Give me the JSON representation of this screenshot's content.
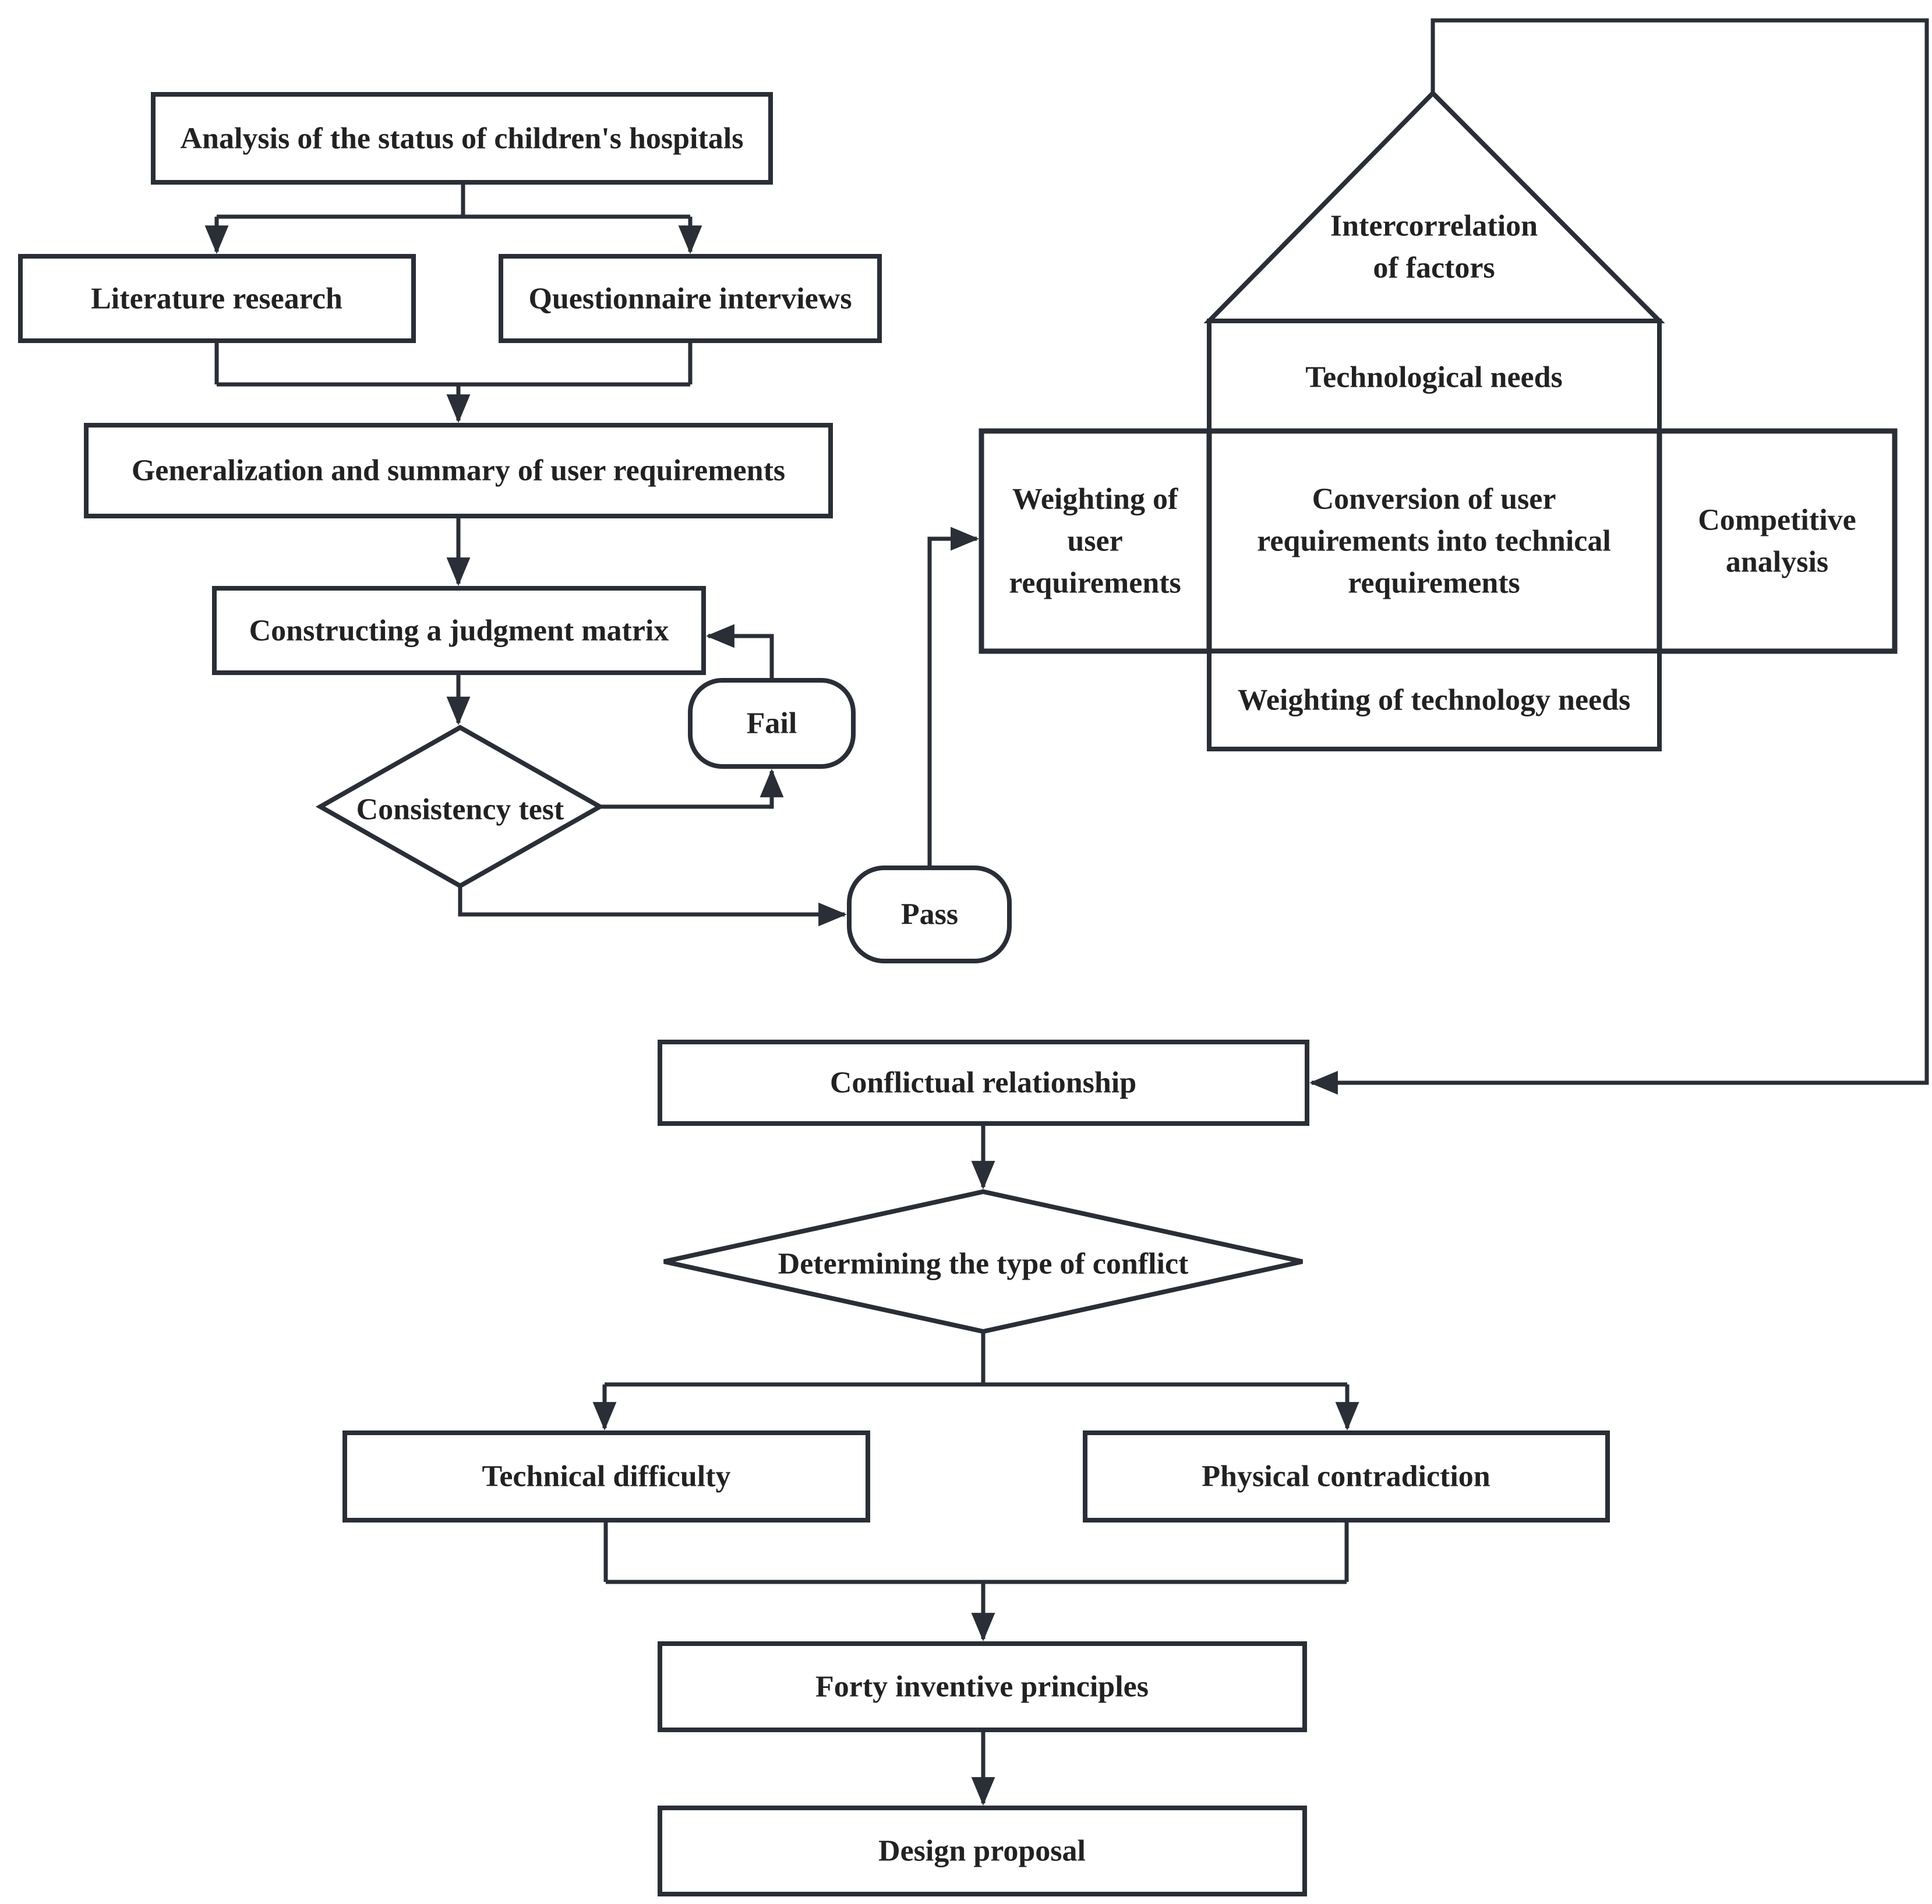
{
  "flow": {
    "analysis": "Analysis of the status of children's hospitals",
    "literature": "Literature research",
    "questionnaire": "Questionnaire interviews",
    "generalization": "Generalization and summary of user requirements",
    "constructing": "Constructing a judgment matrix",
    "consistency": "Consistency test",
    "fail": "Fail",
    "pass": "Pass",
    "conflictual": "Conflictual relationship",
    "determining": "Determining the type of conflict",
    "technical": "Technical difficulty",
    "physical": "Physical contradiction",
    "forty": "Forty inventive principles",
    "design": "Design proposal"
  },
  "house": {
    "roof": {
      "lines": [
        "Intercorrelation",
        "of factors"
      ]
    },
    "tech_needs": "Technological needs",
    "weighting_user": {
      "lines": [
        "Weighting of",
        "user",
        "requirements"
      ]
    },
    "conversion": {
      "lines": [
        "Conversion of user",
        "requirements into technical",
        "requirements"
      ]
    },
    "competitive": {
      "lines": [
        "Competitive",
        "analysis"
      ]
    },
    "weighting_tech": "Weighting of technology needs"
  },
  "colors": {
    "stroke": "#2a2e36",
    "text": "#222222",
    "background": "#ffffff"
  }
}
